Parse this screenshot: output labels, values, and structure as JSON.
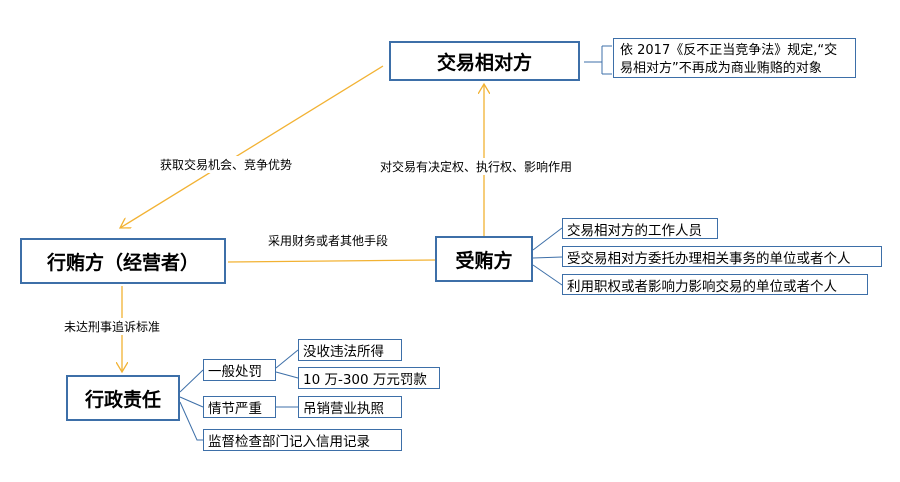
{
  "nodes": {
    "counterparty": "交易相对方",
    "briber": "行贿方（经营者）",
    "bribee": "受贿方",
    "admin": "行政责任"
  },
  "note": "依 2017《反不正当竞争法》规定,“交易相对方”不再成为商业贿赂的对象",
  "edge_labels": {
    "gain": "获取交易机会、竞争优势",
    "influence": "对交易有决定权、执行权、影响作用",
    "means": "采用财务或者其他手段",
    "threshold": "未达刑事追诉标准"
  },
  "bribee_items": [
    "交易相对方的工作人员",
    "受交易相对方委托办理相关事务的单位或者个人",
    "利用职权或者影响力影响交易的单位或者个人"
  ],
  "penalties": {
    "general": "一般处罚",
    "general_items": [
      "没收违法所得",
      "10 万-300 万元罚款"
    ],
    "serious": "情节严重",
    "serious_items": [
      "吊销营业执照"
    ],
    "record": "监督检查部门记入信用记录"
  },
  "colors": {
    "arrow": "#f2b233",
    "border": "#3d6fa8",
    "connector": "#3d6fa8"
  }
}
